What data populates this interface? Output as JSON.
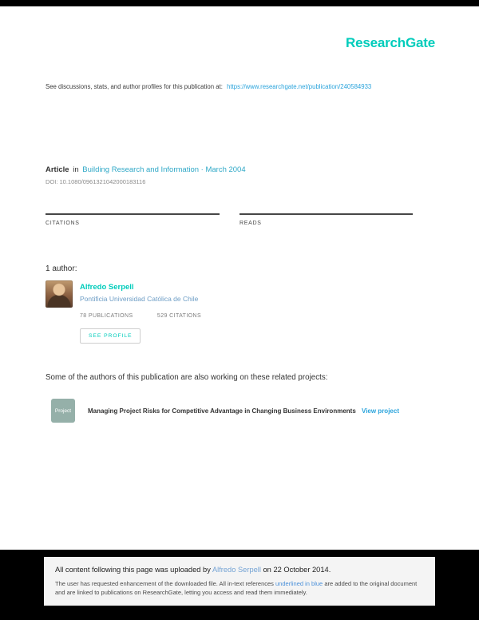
{
  "brand": {
    "logo_text": "ResearchGate"
  },
  "colors": {
    "teal_accent": "#00ccbb",
    "link_blue": "#2ba4dc",
    "affiliation_blue": "#6d9dc5",
    "footer_link_blue": "#74a3d4",
    "reference_blue": "#4a90d9",
    "page_background": "#ffffff",
    "outer_background": "#000000",
    "note_box_background": "#f4f4f4"
  },
  "header_line": {
    "intro": "See discussions, stats, and author profiles for this publication at:",
    "url": "https://www.researchgate.net/publication/240584933"
  },
  "article_meta": {
    "type_label": "Article",
    "in_label": "in",
    "journal_line": "Building Research and Information · March 2004",
    "doi_line": "DOI: 10.1080/0961321042000183116"
  },
  "stats": {
    "citations_label": "CITATIONS",
    "reads_label": "READS"
  },
  "authors_section": {
    "heading": "1 author:",
    "author": {
      "name": "Alfredo Serpell",
      "affiliation": "Pontificia Universidad Católica de Chile",
      "publications": "78 PUBLICATIONS",
      "citations": "529 CITATIONS",
      "see_profile_label": "SEE PROFILE"
    }
  },
  "projects_section": {
    "heading": "Some of the authors of this publication are also working on these related projects:",
    "project": {
      "icon_label": "Project",
      "title": "Managing Project Risks for Competitive Advantage in Changing Business Environments",
      "link_label": "View project"
    }
  },
  "upload_note": {
    "line1_prefix": "All content following this page was uploaded by",
    "line1_link": "Alfredo Serpell",
    "line1_suffix": "on 22 October 2014.",
    "line2_prefix": "The user has requested enhancement of the downloaded file. All in-text references",
    "line2_highlight": "underlined in blue",
    "line2_suffix": "are added to the original document and are linked to publications on ResearchGate, letting you access and read them immediately."
  }
}
